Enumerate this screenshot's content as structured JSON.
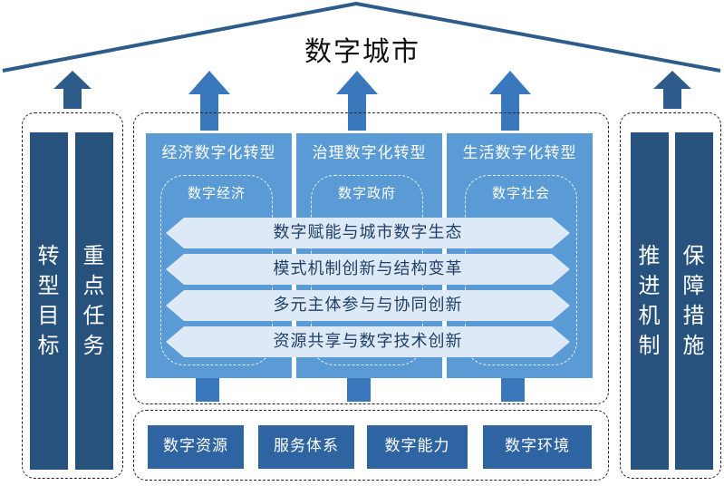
{
  "title": "数字城市",
  "left_bars": [
    "转型目标",
    "重点任务"
  ],
  "right_bars": [
    "推进机制",
    "保障措施"
  ],
  "columns": [
    {
      "title": "经济数字化转型",
      "inner": "数字经济"
    },
    {
      "title": "治理数字化转型",
      "inner": "数字政府"
    },
    {
      "title": "生活数字化转型",
      "inner": "数字社会"
    }
  ],
  "bands": [
    "数字赋能与城市数字生态",
    "模式机制创新与结构变革",
    "多元主体参与与协同创新",
    "资源共享与数字技术创新"
  ],
  "foundation": [
    "数字资源",
    "服务体系",
    "数字能力",
    "数字环境"
  ],
  "colors": {
    "dark_blue": "#27527d",
    "mid_blue": "#5b9bd5",
    "arrow_blue": "#3a78bd",
    "band_fill": "#dde9f6",
    "foundation_blue": "#2f64a3"
  }
}
